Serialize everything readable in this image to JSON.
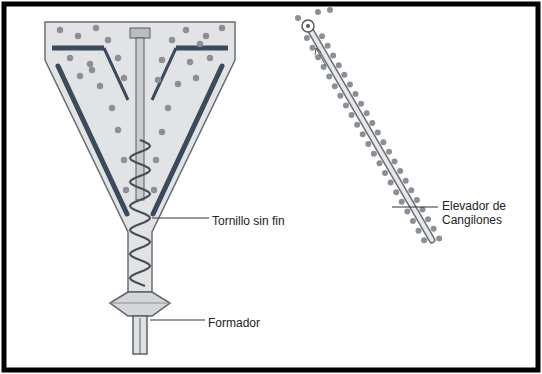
{
  "diagram": {
    "labels": [
      "Elevador de Cangilones",
      "Tornillo sin fin",
      "Formador"
    ]
  }
}
